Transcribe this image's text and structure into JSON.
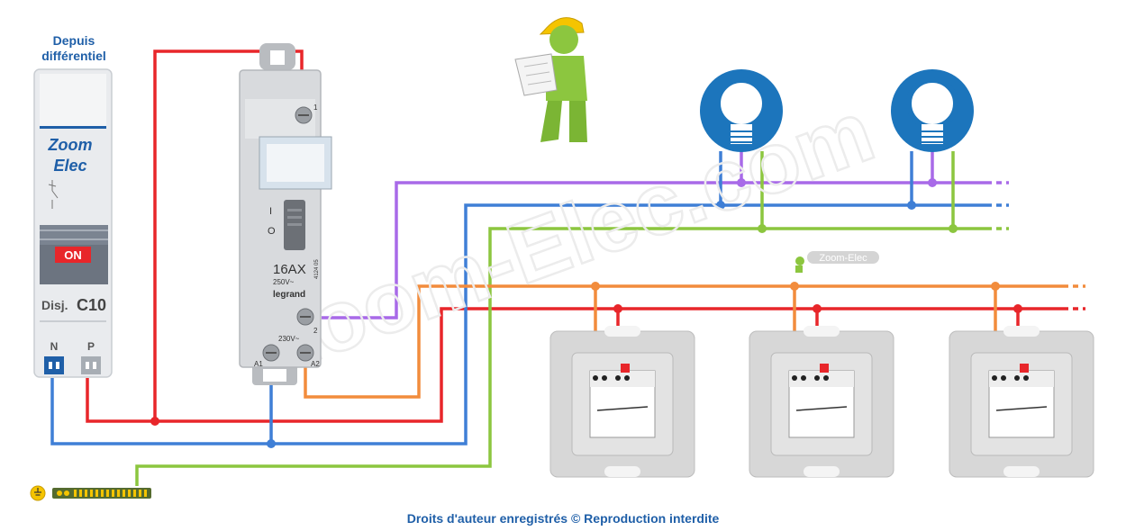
{
  "header": {
    "title_line1": "Depuis",
    "title_line2": "différentiel"
  },
  "breaker": {
    "brand_line1": "Zoom",
    "brand_line2": "Elec",
    "state": "ON",
    "label_prefix": "Disj.",
    "label_rating": "C10",
    "terminal_n": "N",
    "terminal_p": "P"
  },
  "relay": {
    "rating": "16AX",
    "voltage": "250V~",
    "brand": "legrand",
    "ref": "4124 05",
    "coil_voltage": "230V~",
    "term_a1": "A1",
    "term_a2": "A2",
    "term_1": "1",
    "term_2": "2",
    "mark_i": "I",
    "mark_o": "O"
  },
  "watermark": {
    "main": "Zoom-Elec.com",
    "small": "Zoom-Elec"
  },
  "footer": {
    "copyright": "Droits d'auteur enregistrés © Reproduction interdite"
  },
  "colors": {
    "phase": "#e8262a",
    "neutral": "#3f7fd6",
    "earth": "#8cc63f",
    "control": "#f28c3c",
    "lamp_return": "#a86ae8",
    "lamp_badge": "#1c75bc",
    "title_blue": "#1f5fa8"
  }
}
